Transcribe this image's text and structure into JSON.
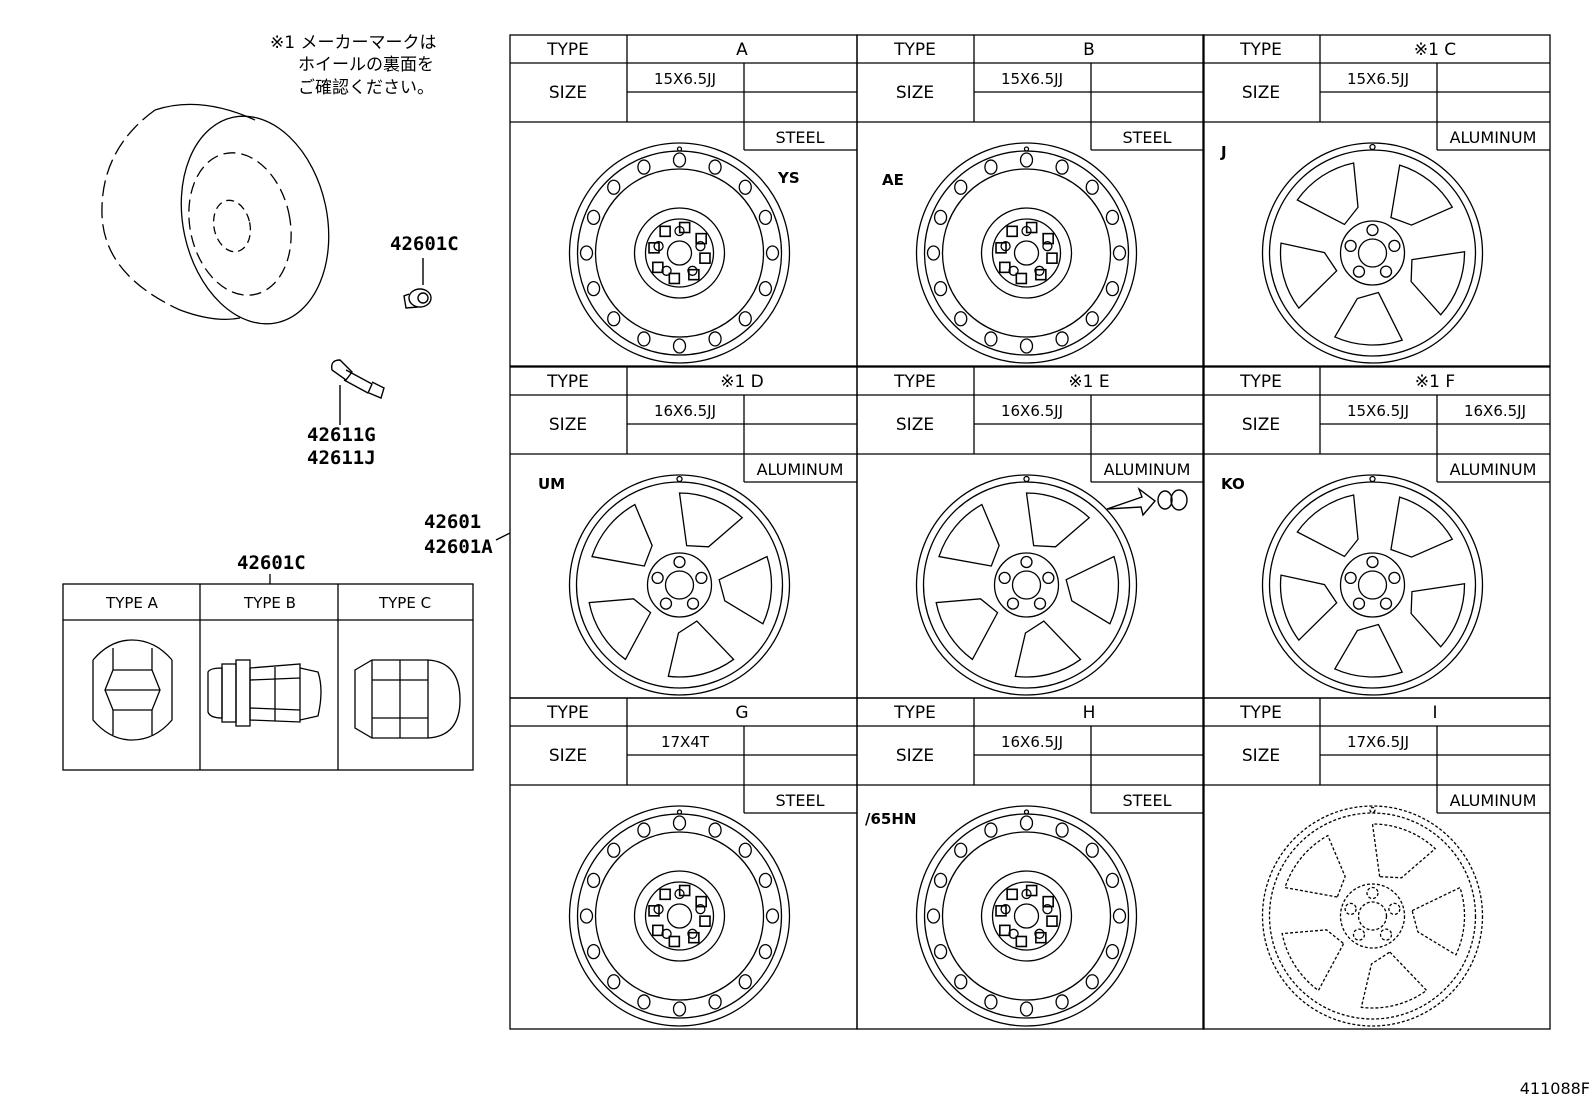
{
  "note": {
    "line1": "※1 メーカーマークは",
    "line2": "ホイールの裏面を",
    "line3": "ご確認ください。"
  },
  "parts": {
    "wheel_assembly": [
      "42601",
      "42601A"
    ],
    "nut": "42601C",
    "nut_table_title": "42601C",
    "valve": [
      "42611G",
      "42611J"
    ]
  },
  "nut_types": [
    "TYPE A",
    "TYPE B",
    "TYPE C"
  ],
  "grid_labels": {
    "type": "TYPE",
    "size": "SIZE"
  },
  "wheels": [
    {
      "type": "A",
      "sizes": [
        "15X6.5JJ",
        ""
      ],
      "material": "STEEL",
      "mark": "YS",
      "style": "steel"
    },
    {
      "type": "B",
      "sizes": [
        "15X6.5JJ",
        ""
      ],
      "material": "STEEL",
      "mark": "AE",
      "style": "steel"
    },
    {
      "type": "※1 C",
      "sizes": [
        "15X6.5JJ",
        ""
      ],
      "material": "ALUMINUM",
      "mark": "J",
      "style": "alloy5"
    },
    {
      "type": "※1 D",
      "sizes": [
        "16X6.5JJ",
        ""
      ],
      "material": "ALUMINUM",
      "mark": "UM",
      "style": "alloy5b"
    },
    {
      "type": "※1 E",
      "sizes": [
        "16X6.5JJ",
        ""
      ],
      "material": "ALUMINUM",
      "mark": "",
      "style": "alloy5b"
    },
    {
      "type": "※1 F",
      "sizes": [
        "15X6.5JJ",
        "16X6.5JJ"
      ],
      "material": "ALUMINUM",
      "mark": "KO",
      "style": "alloy5"
    },
    {
      "type": "G",
      "sizes": [
        "17X4T",
        ""
      ],
      "material": "STEEL",
      "mark": "",
      "style": "steel"
    },
    {
      "type": "H",
      "sizes": [
        "16X6.5JJ",
        ""
      ],
      "material": "STEEL",
      "mark": "/65HN",
      "style": "steel"
    },
    {
      "type": "I",
      "sizes": [
        "17X6.5JJ",
        ""
      ],
      "material": "ALUMINUM",
      "mark": "",
      "style": "alloy5c"
    }
  ],
  "drawing_code": "411088F"
}
